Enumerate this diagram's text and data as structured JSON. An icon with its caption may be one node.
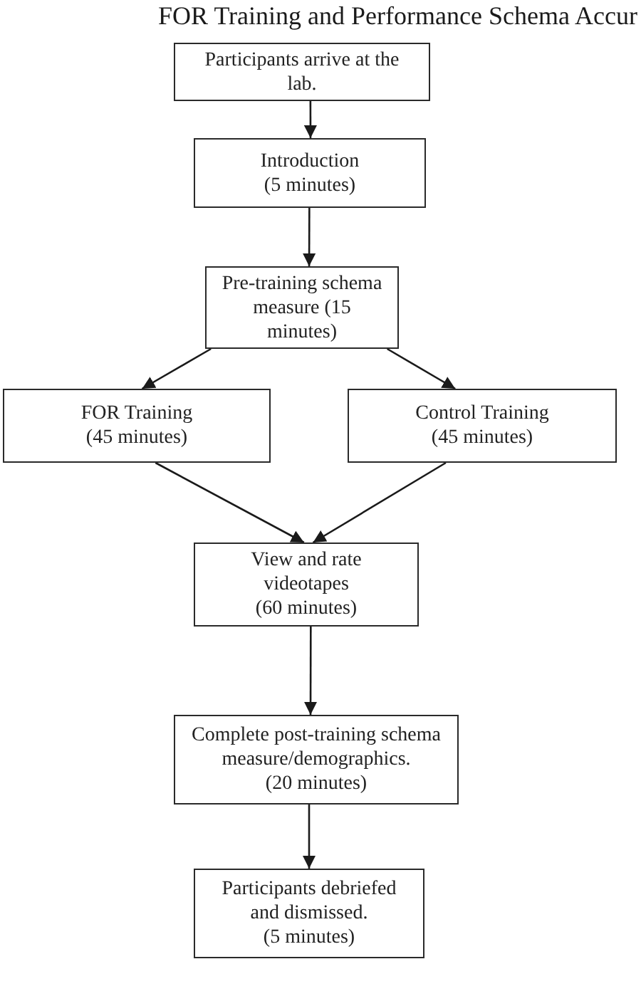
{
  "diagram": {
    "title": "FOR Training and Performance Schema Accur",
    "nodes": [
      {
        "text": [
          "Participants arrive at the lab."
        ]
      },
      {
        "text": [
          "Introduction",
          "(5 minutes)"
        ]
      },
      {
        "text": [
          "Pre-training schema measure (15 minutes)"
        ]
      },
      {
        "text": [
          "FOR Training",
          "(45 minutes)"
        ]
      },
      {
        "text": [
          "Control Training",
          "(45 minutes)"
        ]
      },
      {
        "text": [
          "View and rate videotapes",
          "(60 minutes)"
        ]
      },
      {
        "text": [
          "Complete post-training schema measure/demographics.",
          "(20 minutes)"
        ]
      },
      {
        "text": [
          "Participants debriefed and dismissed.",
          "(5 minutes)"
        ]
      }
    ],
    "edges": [
      {
        "from": 0,
        "to": 1,
        "arrow": "to"
      },
      {
        "from": 1,
        "to": 2,
        "arrow": "to"
      },
      {
        "from": 2,
        "to": 3,
        "arrow": "to"
      },
      {
        "from": 2,
        "to": 4,
        "arrow": "to"
      },
      {
        "from": 3,
        "to": 5,
        "arrow": "to"
      },
      {
        "from": 4,
        "to": 5,
        "arrow": "to"
      },
      {
        "from": 5,
        "to": 6,
        "arrow": "to"
      },
      {
        "from": 6,
        "to": 7,
        "arrow": "to"
      }
    ]
  }
}
